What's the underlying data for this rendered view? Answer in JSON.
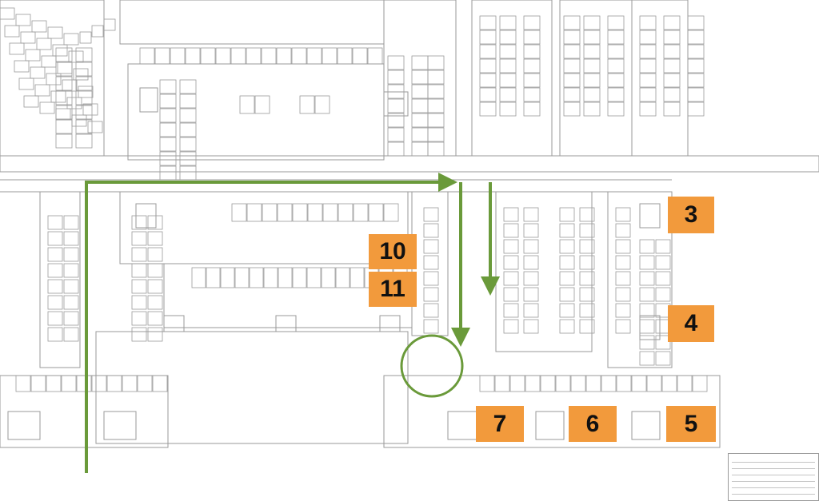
{
  "plan": {
    "sections": [
      {
        "id": "3",
        "label": "3"
      },
      {
        "id": "4",
        "label": "4"
      },
      {
        "id": "5",
        "label": "5"
      },
      {
        "id": "6",
        "label": "6"
      },
      {
        "id": "7",
        "label": "7"
      },
      {
        "id": "10",
        "label": "10"
      },
      {
        "id": "11",
        "label": "11"
      }
    ],
    "route_color": "#6a9a3a",
    "badge_color": "#f29a3c",
    "line_color": "#9a9a9a"
  }
}
